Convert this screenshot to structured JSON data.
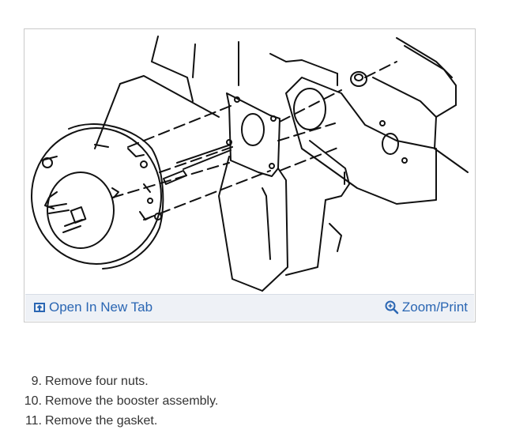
{
  "figure": {
    "open_tab_label": "Open In New Tab",
    "open_tab_icon": "open-in-new-tab-icon",
    "zoom_label": "Zoom/Print",
    "zoom_icon": "zoom-in-icon",
    "link_color": "#2a66b3"
  },
  "steps": [
    {
      "number": "9.",
      "text": "Remove four nuts."
    },
    {
      "number": "10.",
      "text": "Remove the booster assembly."
    },
    {
      "number": "11.",
      "text": "Remove the gasket."
    }
  ]
}
